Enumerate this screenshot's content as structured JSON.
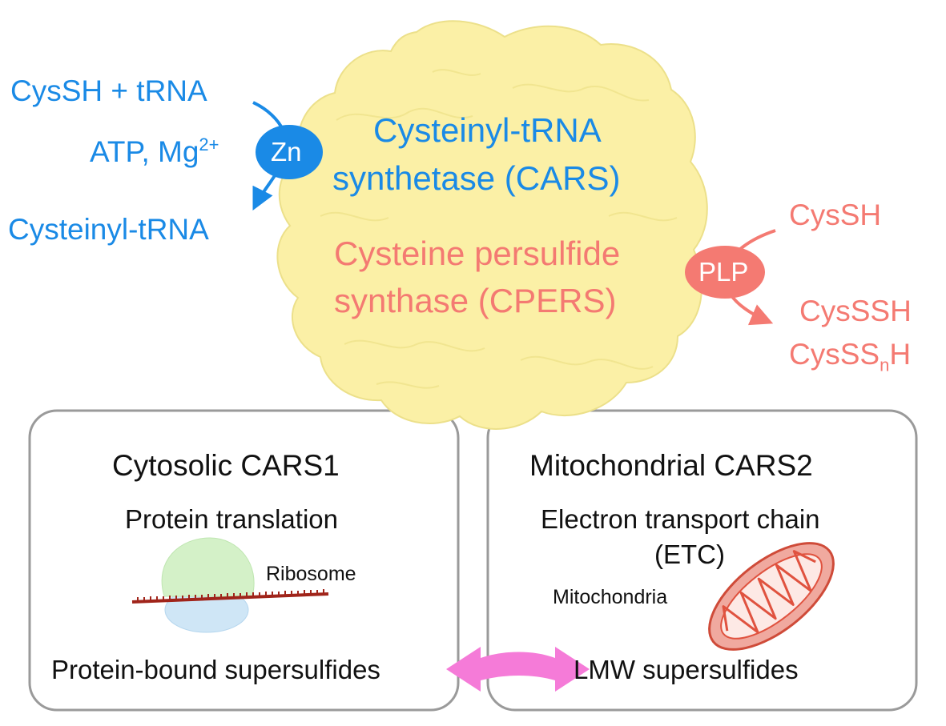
{
  "colors": {
    "blue": "#1a8ae6",
    "salmon": "#f47a72",
    "blob_fill": "#fbf0a6",
    "blob_stroke": "#ece08a",
    "box_stroke": "#9a9a9a",
    "double_arrow": "#f57bd8",
    "ribosome_top": "#d4f1c8",
    "ribosome_bottom": "#cfe6f6",
    "mrna": "#a0241a",
    "mitochondria": "#e0523f"
  },
  "enzyme": {
    "name_line1": "Cysteinyl-tRNA",
    "name_line2": "synthetase (CARS)",
    "activity_line1": "Cysteine persulfide",
    "activity_line2": "synthase (CPERS)"
  },
  "cars_reaction": {
    "substrate": "CysSH + tRNA",
    "cofactors": "ATP, Mg",
    "cofactors_sup": "2+",
    "metal": "Zn",
    "product": "Cysteinyl-tRNA"
  },
  "cpers_reaction": {
    "substrate": "CysSH",
    "cofactor": "PLP",
    "product1": "CysSSH",
    "product2_base": "CysSS",
    "product2_sub": "n",
    "product2_end": "H"
  },
  "cytosolic": {
    "title": "Cytosolic CARS1",
    "role": "Protein translation",
    "organelle_label": "Ribosome",
    "outcome": "Protein-bound supersulfides"
  },
  "mitochondrial": {
    "title": "Mitochondrial CARS2",
    "role_line1": "Electron transport chain",
    "role_line2": "(ETC)",
    "organelle_label": "Mitochondria",
    "outcome": "LMW supersulfides"
  },
  "icons": [
    "zinc-badge",
    "plp-badge",
    "ribosome-icon",
    "mitochondria-icon",
    "double-arrow-icon"
  ]
}
